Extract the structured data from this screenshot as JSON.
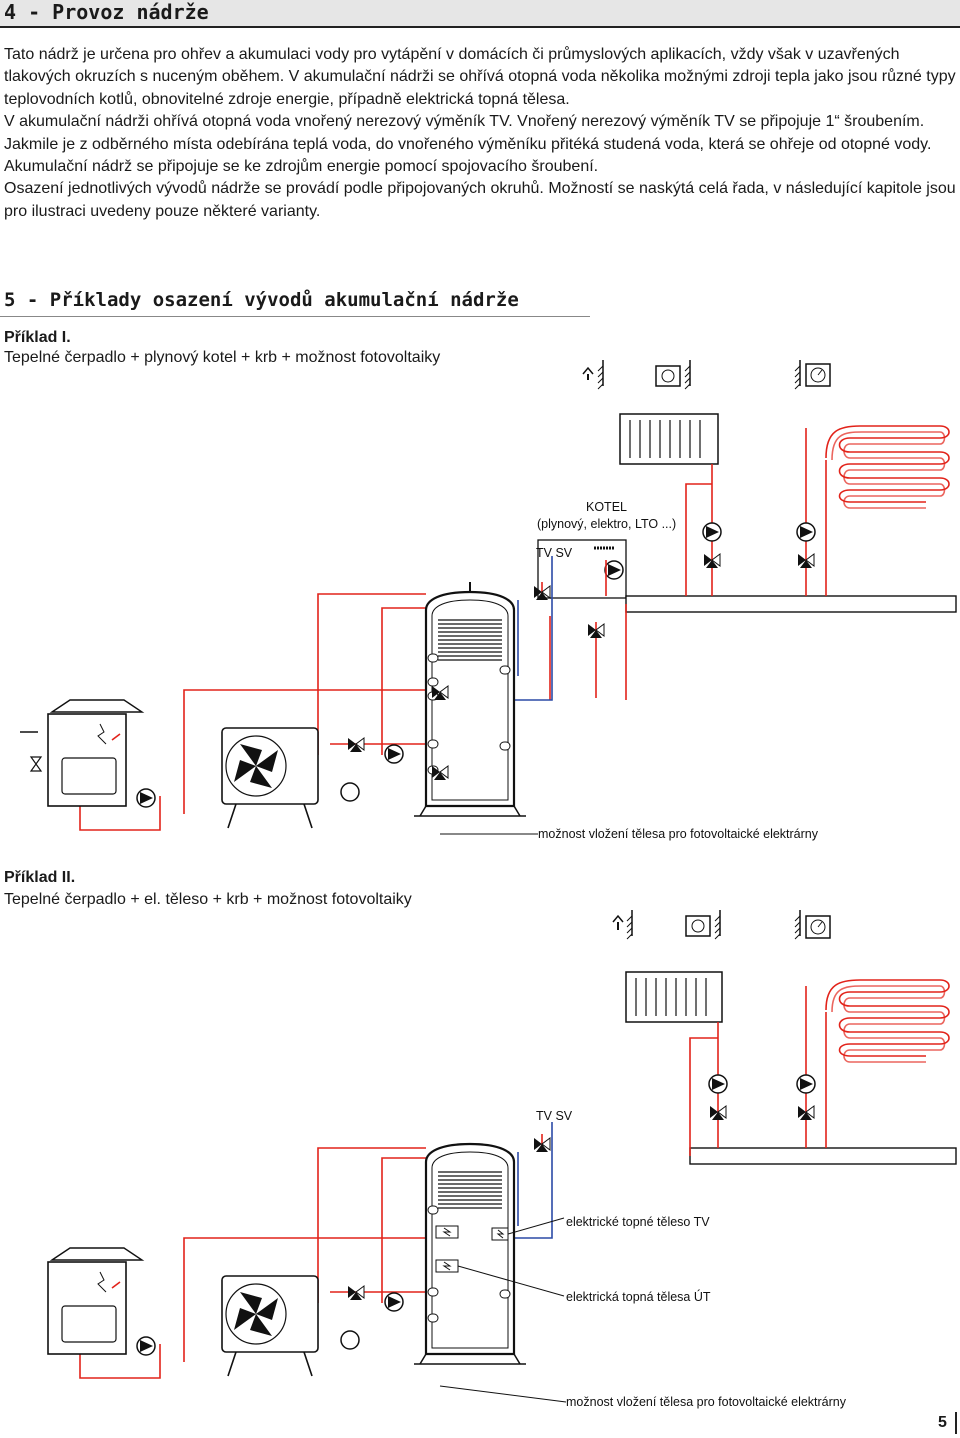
{
  "section4": {
    "title": "4 - Provoz nádrže",
    "paragraphs": [
      "Tato nádrž je určena pro ohřev a akumulaci vody pro vytápění v domácích či průmyslových aplikacích, vždy však v uzavřených tlakových okruzích s nuceným oběhem. V akumulační nádrži se ohřívá otopná voda několika možnými zdroji tepla jako jsou různé typy teplovodních kotlů, obnovitelné zdroje energie, případně elektrická topná tělesa.",
      "V akumulační nádrži ohřívá otopná voda vnořený nerezový výměník TV. Vnořený nerezový výměník TV se připojuje 1“ šroubením. Jakmile je z odběrného místa odebírána teplá voda, do vnořeného výměníku přitéká studená voda, která se ohřeje od otopné vody.",
      "Akumulační nádrž se připojuje se ke zdrojům energie pomocí spojovacího šroubení.",
      "Osazení jednotlivých vývodů nádrže se provádí podle připojovaných okruhů. Možností se naskýtá celá řada, v následující kapitole jsou pro ilustraci uvedeny pouze některé varianty."
    ]
  },
  "section5": {
    "title": "5 - Příklady osazení vývodů akumulační nádrže"
  },
  "example1": {
    "title": "Příklad I.",
    "subtitle": "Tepelné čerpadlo + plynový kotel + krb + možnost fotovoltaiky",
    "labels": {
      "boiler_title": "KOTEL",
      "boiler_sub": "(plynový, elektro, LTO ...)",
      "tv_sv": "TV SV",
      "pv": "možnost vložení tělesa pro fotovoltaické elektrárny"
    }
  },
  "example2": {
    "title": "Příklad II.",
    "subtitle": "Tepelné čerpadlo + el. těleso + krb + možnost fotovoltaiky",
    "labels": {
      "tv_sv": "TV SV",
      "heater_tv": "elektrické topné těleso TV",
      "heater_ut": "elektrická topná tělesa ÚT",
      "pv": "možnost vložení tělesa pro fotovoltaické elektrárny"
    }
  },
  "page_number": "5",
  "colors": {
    "hot": "#e2231a",
    "cold": "#2b4aa6",
    "line": "#1a1a1a",
    "title_band": "#e6e6e6"
  },
  "icons": [
    "thermostat-icon",
    "room-sensor-icon",
    "pressure-gauge-icon",
    "radiator-icon",
    "floor-heating-icon",
    "circulation-pump-icon",
    "three-way-valve-icon",
    "heat-pump-fan-icon",
    "fireplace-stove-icon",
    "heating-element-icon"
  ]
}
